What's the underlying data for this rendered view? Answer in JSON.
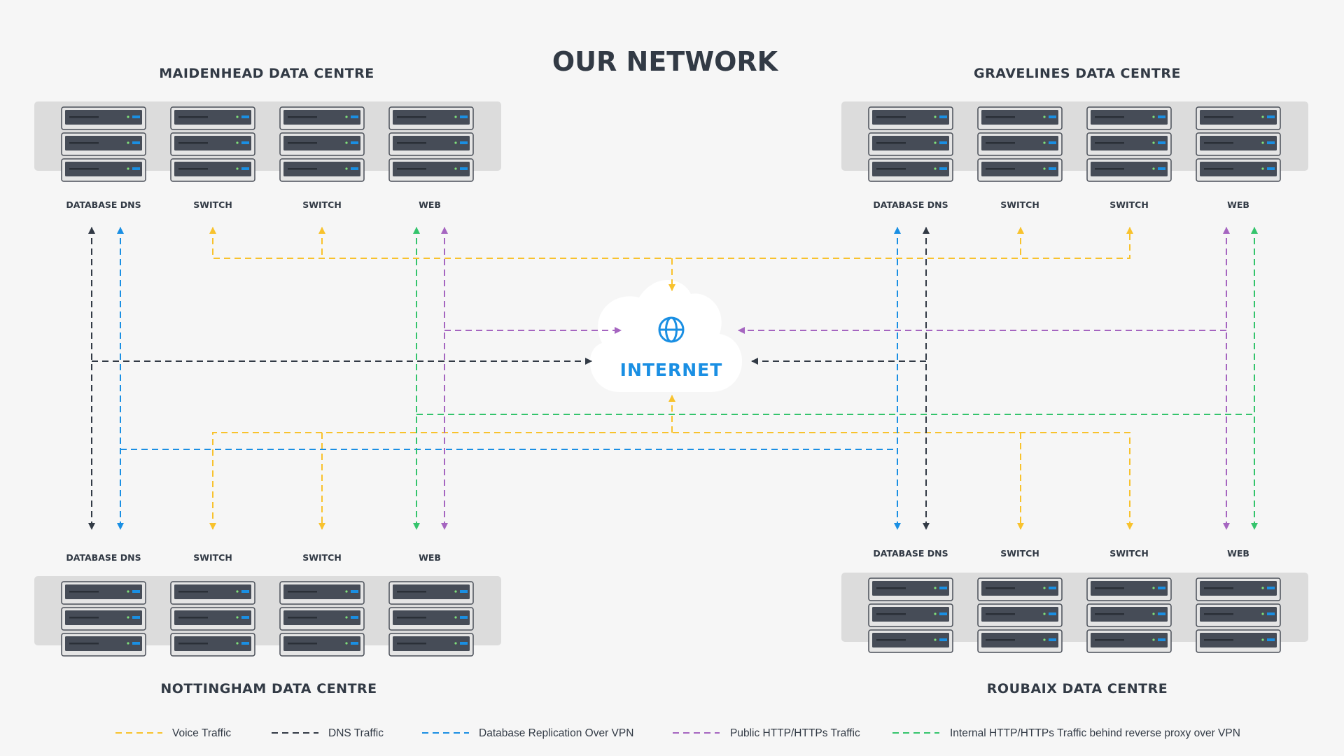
{
  "title": "OUR NETWORK",
  "colors": {
    "voice": "#f8c22d",
    "dns": "#323a45",
    "replication": "#1a8fe3",
    "public": "#a565c0",
    "internal": "#34c46c",
    "internet": "#1a8fe3"
  },
  "datacentres": {
    "maidenhead": {
      "name": "MAIDENHEAD DATA CENTRE",
      "servers": [
        "DATABASE DNS",
        "SWITCH",
        "SWITCH",
        "WEB"
      ]
    },
    "gravelines": {
      "name": "GRAVELINES DATA CENTRE",
      "servers": [
        "DATABASE DNS",
        "SWITCH",
        "SWITCH",
        "WEB"
      ]
    },
    "nottingham": {
      "name": "NOTTINGHAM DATA CENTRE",
      "servers": [
        "DATABASE DNS",
        "SWITCH",
        "SWITCH",
        "WEB"
      ]
    },
    "roubaix": {
      "name": "ROUBAIX DATA CENTRE",
      "servers": [
        "DATABASE DNS",
        "SWITCH",
        "SWITCH",
        "WEB"
      ]
    }
  },
  "internet": {
    "label": "INTERNET",
    "icon": "globe-icon"
  },
  "legend": [
    {
      "key": "voice",
      "label": "Voice Traffic"
    },
    {
      "key": "dns",
      "label": "DNS Traffic"
    },
    {
      "key": "replication",
      "label": "Database Replication Over VPN"
    },
    {
      "key": "public",
      "label": "Public HTTP/HTTPs Traffic"
    },
    {
      "key": "internal",
      "label": "Internal HTTP/HTTPs Traffic behind reverse proxy over VPN"
    }
  ]
}
